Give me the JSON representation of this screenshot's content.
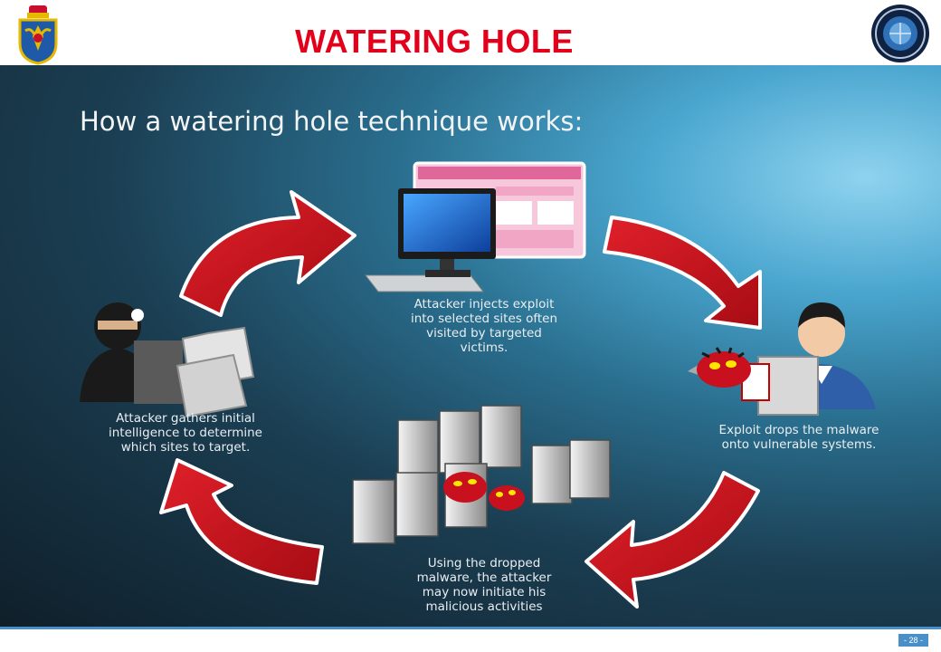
{
  "header": {
    "title": "WATERING HOLE"
  },
  "diagram": {
    "heading": "How a watering hole technique works:",
    "steps": [
      {
        "id": "inject",
        "text": "Attacker injects exploit\ninto selected sites often\nvisited by targeted\nvictims."
      },
      {
        "id": "drops",
        "text": "Exploit drops the malware\nonto vulnerable systems."
      },
      {
        "id": "using",
        "text": "Using the dropped\nmalware, the attacker\nmay now initiate his\nmalicious activities"
      },
      {
        "id": "gather",
        "text": "Attacker gathers initial\nintelligence to determine\nwhich sites to target."
      }
    ]
  },
  "footer": {
    "page_number": "- 28 -"
  },
  "colors": {
    "title_red": "#e3001b",
    "arrow_red": "#c4121a",
    "accent_blue": "#4a90c8"
  },
  "icons": [
    "crest-emblem-icon",
    "cyber-command-seal-icon",
    "computer-monitor-icon",
    "web-page-icon",
    "hacker-icon",
    "folder-icon",
    "victim-user-icon",
    "malware-bug-icon",
    "server-rack-icon",
    "cycle-arrow-icon"
  ]
}
